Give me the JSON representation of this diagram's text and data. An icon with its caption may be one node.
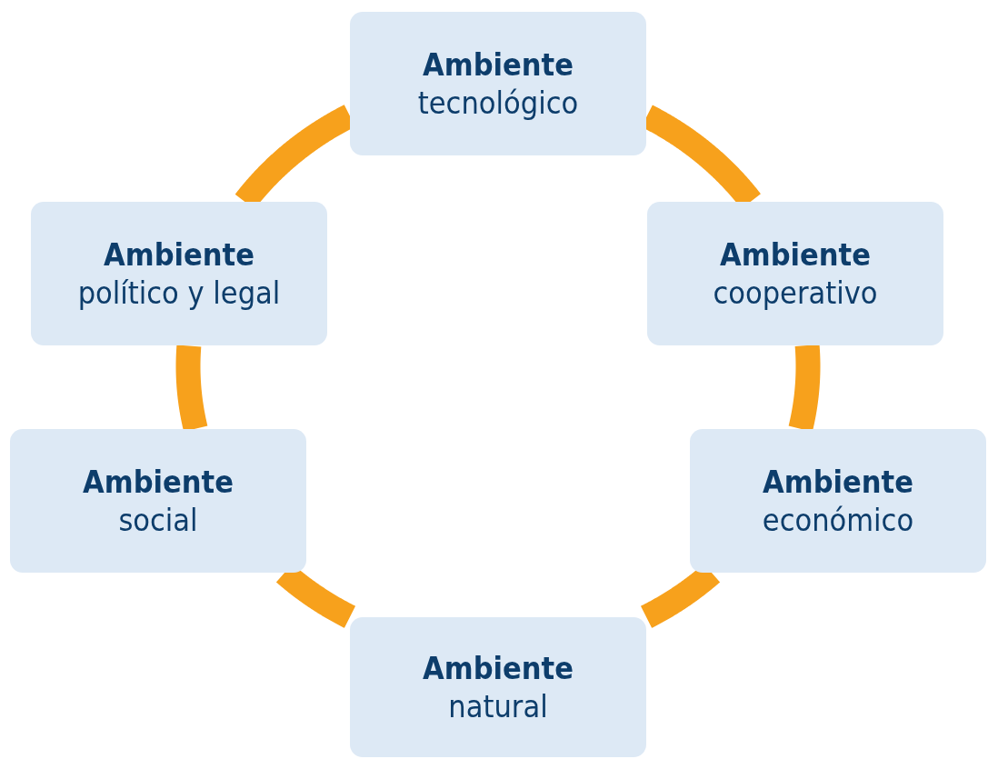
{
  "diagram": {
    "nodes": [
      {
        "text": [
          "Ambiente",
          "tecnológico"
        ]
      },
      {
        "text": [
          "Ambiente",
          "político y legal"
        ]
      },
      {
        "text": [
          "Ambiente",
          "cooperativo"
        ]
      },
      {
        "text": [
          "Ambiente",
          "social"
        ]
      },
      {
        "text": [
          "Ambiente",
          "económico"
        ]
      },
      {
        "text": [
          "Ambiente",
          "natural"
        ]
      }
    ],
    "edges": [
      {
        "from": 0,
        "to": 2,
        "arrow": "none"
      },
      {
        "from": 2,
        "to": 4,
        "arrow": "none"
      },
      {
        "from": 4,
        "to": 5,
        "arrow": "none"
      },
      {
        "from": 5,
        "to": 3,
        "arrow": "none"
      },
      {
        "from": 3,
        "to": 1,
        "arrow": "none"
      },
      {
        "from": 1,
        "to": 0,
        "arrow": "none"
      }
    ]
  }
}
